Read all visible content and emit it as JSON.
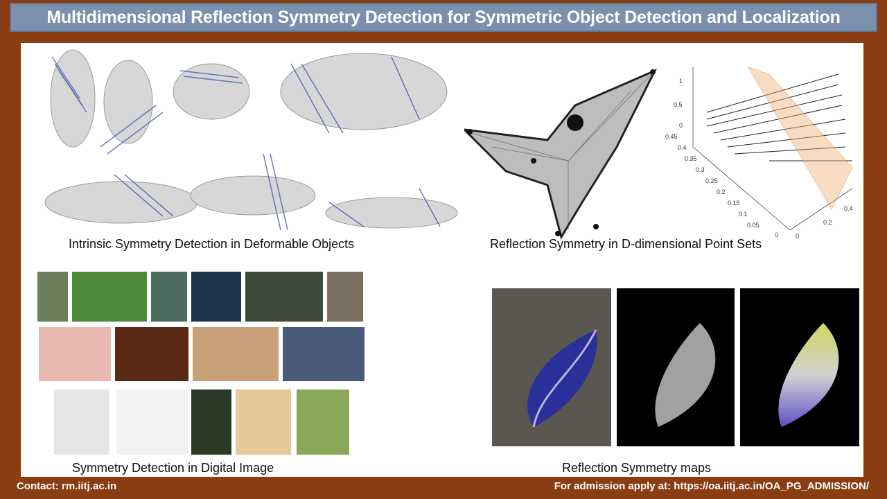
{
  "title": "Multidimensional Reflection Symmetry Detection for Symmetric Object Detection and Localization",
  "captions": {
    "deformable": "Intrinsic Symmetry Detection in Deformable Objects",
    "pointsets": "Reflection Symmetry in D-dimensional Point Sets",
    "digital": "Symmetry Detection in Digital Image",
    "maps": "Reflection Symmetry maps"
  },
  "plot_axes": {
    "z_ticks": [
      "1",
      "0.5",
      "0"
    ],
    "y_ticks": [
      "0.45",
      "0.4",
      "0.35",
      "0.3",
      "0.25",
      "0.2",
      "0.15",
      "0.1",
      "0.05",
      "0"
    ],
    "x_ticks": [
      "0",
      "0.2",
      "0.4"
    ]
  },
  "footer": {
    "contact": "Contact: rm.iitj.ac.in",
    "admission": "For admission apply at: https://oa.iitj.ac.in/OA_PG_ADMISSION/"
  },
  "colors": {
    "background": "#8a3d12",
    "title_bar": "#7b90ad",
    "panel": "#ffffff"
  }
}
